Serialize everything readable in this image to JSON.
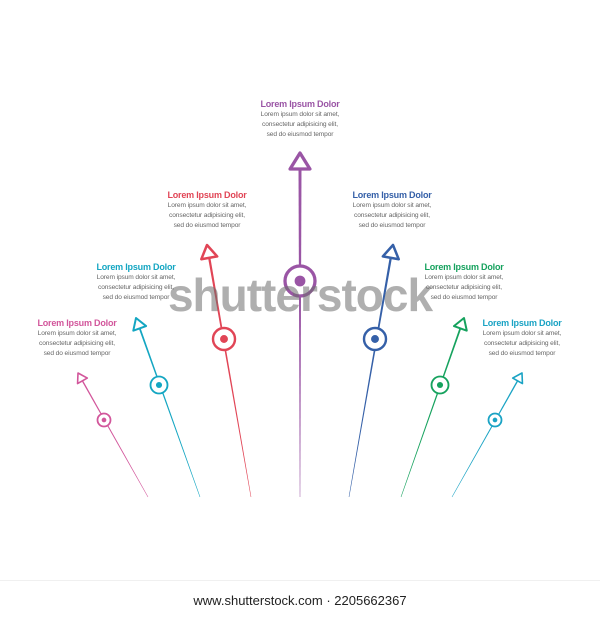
{
  "items": [
    {
      "id": "pink",
      "title": "Lorem Ipsum Dolor",
      "lines": [
        "Lorem ipsum dolor sit amet,",
        "consectetur adipisicing elit,",
        "sed do eiusmod tempor"
      ],
      "color": "#d2569b"
    },
    {
      "id": "teal",
      "title": "Lorem Ipsum Dolor",
      "lines": [
        "Lorem ipsum dolor sit amet,",
        "consectetur adipisicing elit,",
        "sed do eiusmod tempor"
      ],
      "color": "#14a6c2"
    },
    {
      "id": "red",
      "title": "Lorem Ipsum Dolor",
      "lines": [
        "Lorem ipsum dolor sit amet,",
        "consectetur adipisicing elit,",
        "sed do eiusmod tempor"
      ],
      "color": "#e14556"
    },
    {
      "id": "purple",
      "title": "Lorem Ipsum Dolor",
      "lines": [
        "Lorem ipsum dolor sit amet,",
        "consectetur adipisicing elit,",
        "sed do eiusmod tempor"
      ],
      "color": "#9a55a5"
    },
    {
      "id": "blue",
      "title": "Lorem Ipsum Dolor",
      "lines": [
        "Lorem ipsum dolor sit amet,",
        "consectetur adipisicing elit,",
        "sed do eiusmod tempor"
      ],
      "color": "#3560a8"
    },
    {
      "id": "green",
      "title": "Lorem Ipsum Dolor",
      "lines": [
        "Lorem ipsum dolor sit amet,",
        "consectetur adipisicing elit,",
        "sed do eiusmod tempor"
      ],
      "color": "#16a25e"
    },
    {
      "id": "cyan",
      "title": "Lorem Ipsum Dolor",
      "lines": [
        "Lorem ipsum dolor sit amet,",
        "consectetur adipisicing elit,",
        "sed do eiusmod tempor"
      ],
      "color": "#1aa3c4"
    }
  ],
  "watermark": "shutterstock",
  "footer": {
    "text": "www.shutterstock.com · 2205662367"
  }
}
